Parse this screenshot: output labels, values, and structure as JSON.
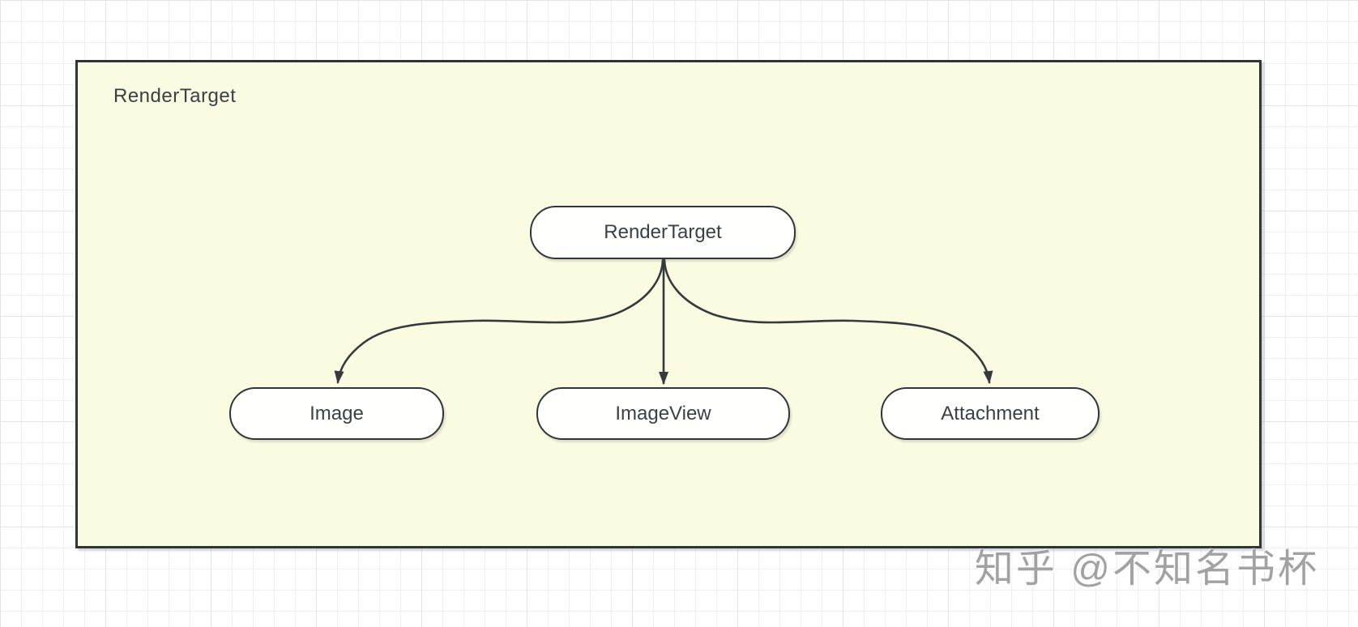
{
  "diagram": {
    "group": {
      "label": "RenderTarget"
    },
    "root_node": {
      "label": "RenderTarget"
    },
    "child_nodes": [
      {
        "label": "Image"
      },
      {
        "label": "ImageView"
      },
      {
        "label": "Attachment"
      }
    ],
    "edges": [
      {
        "from": "RenderTarget",
        "to": "Image"
      },
      {
        "from": "RenderTarget",
        "to": "ImageView"
      },
      {
        "from": "RenderTarget",
        "to": "Attachment"
      }
    ],
    "colors": {
      "group_fill": "#fbfbe2",
      "group_border": "#2e3539",
      "node_fill": "#ffffff",
      "node_border": "#2f363a",
      "edge_stroke": "#343a3e",
      "text": "#3b4045",
      "grid_minor": "#efeff3",
      "grid_major": "#e3e3ea",
      "page_background": "#ffffff"
    }
  },
  "watermark": {
    "text": "知乎 @不知名书杯"
  }
}
